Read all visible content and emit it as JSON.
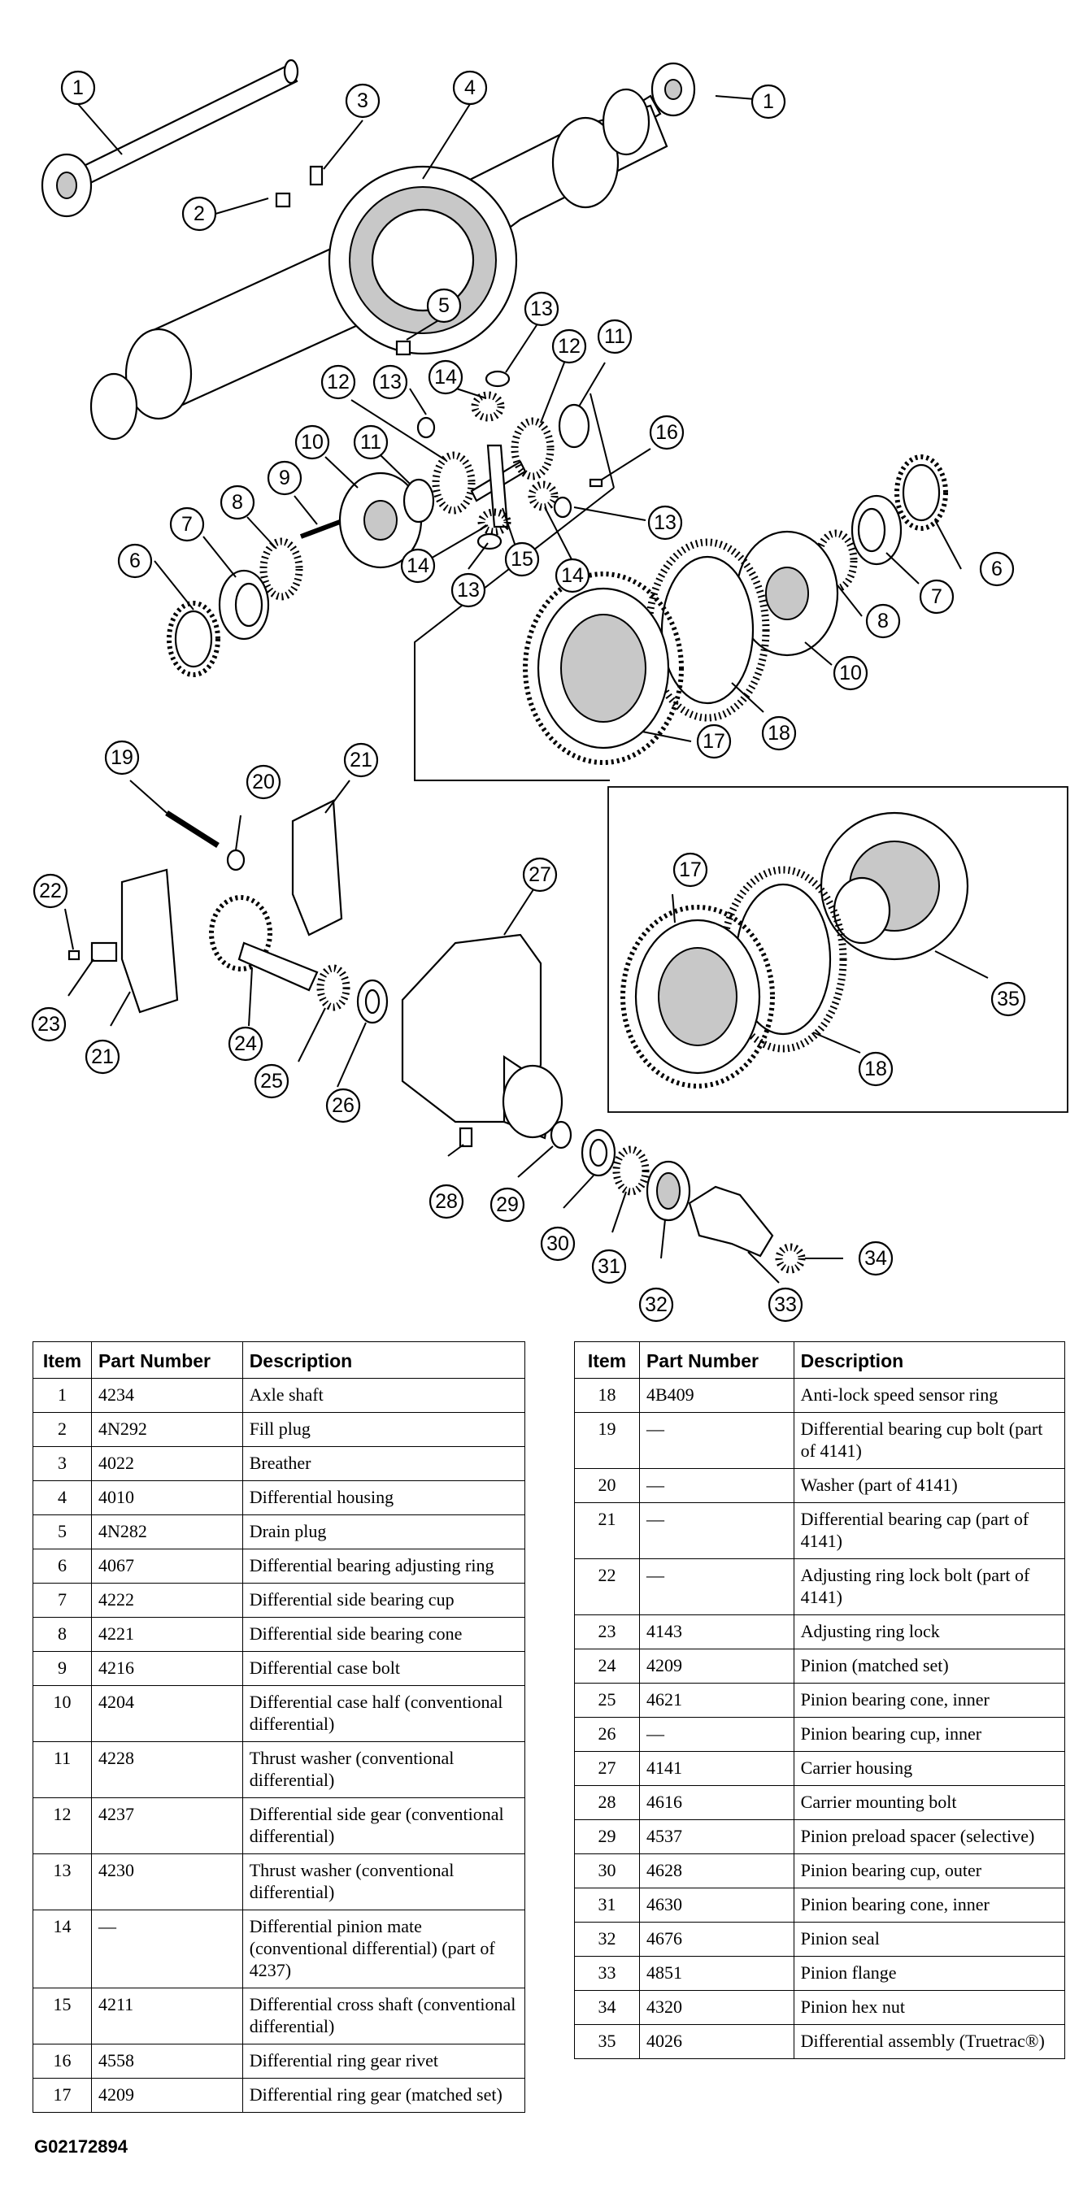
{
  "figure_id": "G02172894",
  "callouts": [
    "1",
    "1",
    "2",
    "3",
    "4",
    "5",
    "6",
    "6",
    "7",
    "7",
    "8",
    "8",
    "9",
    "10",
    "10",
    "11",
    "11",
    "12",
    "12",
    "13",
    "13",
    "13",
    "13",
    "14",
    "14",
    "14",
    "15",
    "16",
    "17",
    "17",
    "18",
    "18",
    "19",
    "20",
    "21",
    "21",
    "22",
    "23",
    "24",
    "25",
    "26",
    "27",
    "28",
    "29",
    "30",
    "31",
    "32",
    "33",
    "34",
    "35"
  ],
  "table_headers": {
    "item": "Item",
    "part_number": "Part Number",
    "description": "Description"
  },
  "parts_left": [
    {
      "item": "1",
      "part": "4234",
      "desc": "Axle shaft"
    },
    {
      "item": "2",
      "part": "4N292",
      "desc": "Fill plug"
    },
    {
      "item": "3",
      "part": "4022",
      "desc": "Breather"
    },
    {
      "item": "4",
      "part": "4010",
      "desc": "Differential housing"
    },
    {
      "item": "5",
      "part": "4N282",
      "desc": "Drain plug"
    },
    {
      "item": "6",
      "part": "4067",
      "desc": "Differential bearing adjusting ring"
    },
    {
      "item": "7",
      "part": "4222",
      "desc": "Differential side bearing cup"
    },
    {
      "item": "8",
      "part": "4221",
      "desc": "Differential side bearing cone"
    },
    {
      "item": "9",
      "part": "4216",
      "desc": "Differential case bolt"
    },
    {
      "item": "10",
      "part": "4204",
      "desc": "Differential case half (conventional differential)"
    },
    {
      "item": "11",
      "part": "4228",
      "desc": "Thrust washer (conventional differential)"
    },
    {
      "item": "12",
      "part": "4237",
      "desc": "Differential side gear (conventional differential)"
    },
    {
      "item": "13",
      "part": "4230",
      "desc": "Thrust washer (conventional differential)"
    },
    {
      "item": "14",
      "part": "—",
      "desc": "Differential pinion mate (conventional differential) (part of 4237)"
    },
    {
      "item": "15",
      "part": "4211",
      "desc": "Differential cross shaft (conventional differential)"
    },
    {
      "item": "16",
      "part": "4558",
      "desc": "Differential ring gear rivet"
    },
    {
      "item": "17",
      "part": "4209",
      "desc": "Differential ring gear (matched set)"
    }
  ],
  "parts_right": [
    {
      "item": "18",
      "part": "4B409",
      "desc": "Anti-lock speed sensor ring"
    },
    {
      "item": "19",
      "part": "—",
      "desc": "Differential bearing cup bolt (part of 4141)"
    },
    {
      "item": "20",
      "part": "—",
      "desc": "Washer (part of 4141)"
    },
    {
      "item": "21",
      "part": "—",
      "desc": "Differential bearing cap (part of 4141)"
    },
    {
      "item": "22",
      "part": "—",
      "desc": "Adjusting ring lock bolt (part of 4141)"
    },
    {
      "item": "23",
      "part": "4143",
      "desc": "Adjusting ring lock"
    },
    {
      "item": "24",
      "part": "4209",
      "desc": "Pinion (matched set)"
    },
    {
      "item": "25",
      "part": "4621",
      "desc": "Pinion bearing cone, inner"
    },
    {
      "item": "26",
      "part": "—",
      "desc": "Pinion bearing cup, inner"
    },
    {
      "item": "27",
      "part": "4141",
      "desc": "Carrier housing"
    },
    {
      "item": "28",
      "part": "4616",
      "desc": "Carrier mounting bolt"
    },
    {
      "item": "29",
      "part": "4537",
      "desc": "Pinion preload spacer (selective)"
    },
    {
      "item": "30",
      "part": "4628",
      "desc": "Pinion bearing cup, outer"
    },
    {
      "item": "31",
      "part": "4630",
      "desc": "Pinion bearing cone, inner"
    },
    {
      "item": "32",
      "part": "4676",
      "desc": "Pinion seal"
    },
    {
      "item": "33",
      "part": "4851",
      "desc": "Pinion flange"
    },
    {
      "item": "34",
      "part": "4320",
      "desc": "Pinion hex nut"
    },
    {
      "item": "35",
      "part": "4026",
      "desc": "Differential assembly (Truetrac®)"
    }
  ]
}
